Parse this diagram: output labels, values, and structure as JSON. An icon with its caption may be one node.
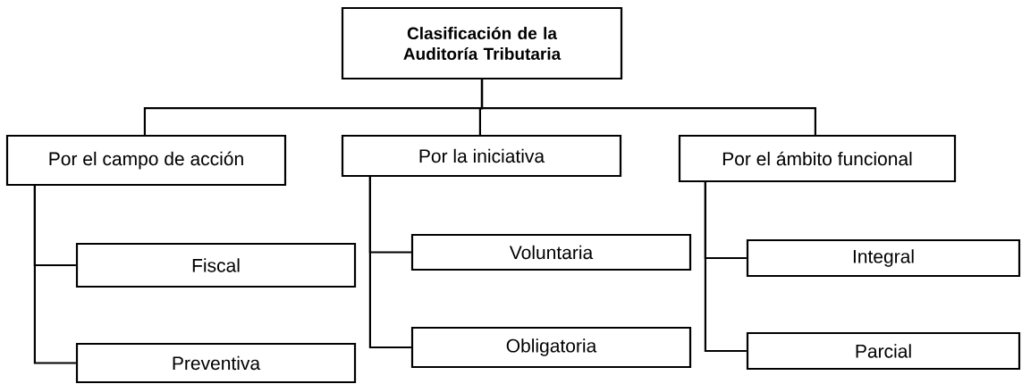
{
  "diagram": {
    "nodes": [
      {
        "text": [
          "Clasificación de la Auditoría Tributaria"
        ]
      },
      {
        "text": [
          "Por el campo de acción"
        ]
      },
      {
        "text": [
          "Por la iniciativa"
        ]
      },
      {
        "text": [
          "Por el ámbito funcional"
        ]
      },
      {
        "text": [
          "Fiscal"
        ]
      },
      {
        "text": [
          "Preventiva"
        ]
      },
      {
        "text": [
          "Voluntaria"
        ]
      },
      {
        "text": [
          "Obligatoria"
        ]
      },
      {
        "text": [
          "Integral"
        ]
      },
      {
        "text": [
          "Parcial"
        ]
      }
    ],
    "edges": [
      {
        "from": 0,
        "to": 1,
        "arrow": "none"
      },
      {
        "from": 0,
        "to": 2,
        "arrow": "none"
      },
      {
        "from": 0,
        "to": 3,
        "arrow": "none"
      },
      {
        "from": 1,
        "to": 4,
        "arrow": "none"
      },
      {
        "from": 1,
        "to": 5,
        "arrow": "none"
      },
      {
        "from": 2,
        "to": 6,
        "arrow": "none"
      },
      {
        "from": 2,
        "to": 7,
        "arrow": "none"
      },
      {
        "from": 3,
        "to": 8,
        "arrow": "none"
      },
      {
        "from": 3,
        "to": 9,
        "arrow": "none"
      }
    ]
  }
}
